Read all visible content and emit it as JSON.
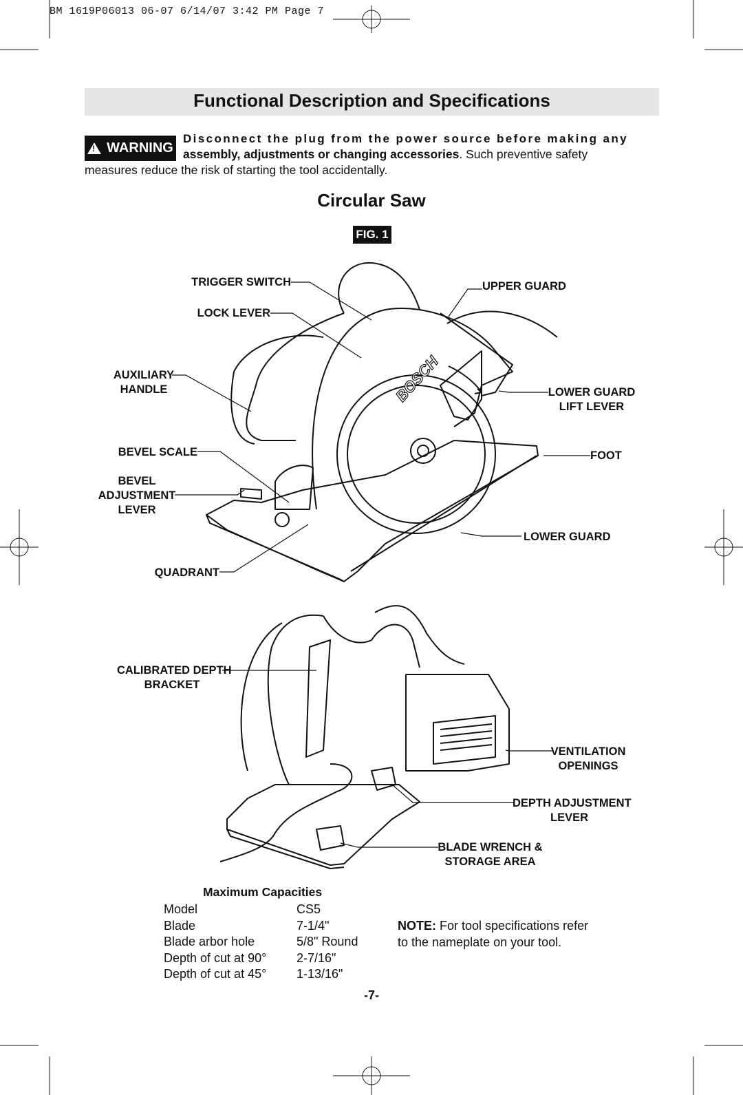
{
  "slug": "BM 1619P06013 06-07  6/14/07  3:42 PM  Page 7",
  "title": "Functional Description and Specifications",
  "warning": {
    "badge": "WARNING",
    "line1": "Disconnect the plug from the power source before making any",
    "line2_bold": "assembly, adjustments or changing accessories",
    "line2_rest": ". Such preventive safety",
    "line3": "measures reduce the risk of starting the tool accidentally."
  },
  "subtitle": "Circular Saw",
  "figure_label": "FIG. 1",
  "brand_on_tool": "BOSCH",
  "labels": {
    "trigger_switch": "TRIGGER SWITCH",
    "lock_lever": "LOCK LEVER",
    "auxiliary_1": "AUXILIARY",
    "auxiliary_2": "HANDLE",
    "bevel_scale": "BEVEL SCALE",
    "bevel_adj_1": "BEVEL",
    "bevel_adj_2": "ADJUSTMENT",
    "bevel_adj_3": "LEVER",
    "quadrant": "QUADRANT",
    "upper_guard": "UPPER GUARD",
    "lower_guard_lift_1": "LOWER GUARD",
    "lower_guard_lift_2": "LIFT LEVER",
    "foot": "FOOT",
    "lower_guard": "LOWER GUARD",
    "calibrated_1": "CALIBRATED DEPTH",
    "calibrated_2": "BRACKET",
    "ventilation_1": "VENTILATION",
    "ventilation_2": "OPENINGS",
    "depth_adj_1": "DEPTH ADJUSTMENT",
    "depth_adj_2": "LEVER",
    "blade_wrench_1": "BLADE WRENCH &",
    "blade_wrench_2": "STORAGE AREA"
  },
  "capacities": {
    "heading": "Maximum Capacities",
    "rows": [
      {
        "label": "Model",
        "value": "CS5"
      },
      {
        "label": "Blade",
        "value": "7-1/4\""
      },
      {
        "label": "Blade arbor hole",
        "value": "5/8\" Round"
      },
      {
        "label": "Depth of cut at 90°",
        "value": "2-7/16\""
      },
      {
        "label": "Depth of cut at 45°",
        "value": "1-13/16\""
      }
    ]
  },
  "note": {
    "bold": "NOTE:",
    "line1": " For tool specifications refer",
    "line2": "to the nameplate on your tool."
  },
  "page_number": "-7-"
}
